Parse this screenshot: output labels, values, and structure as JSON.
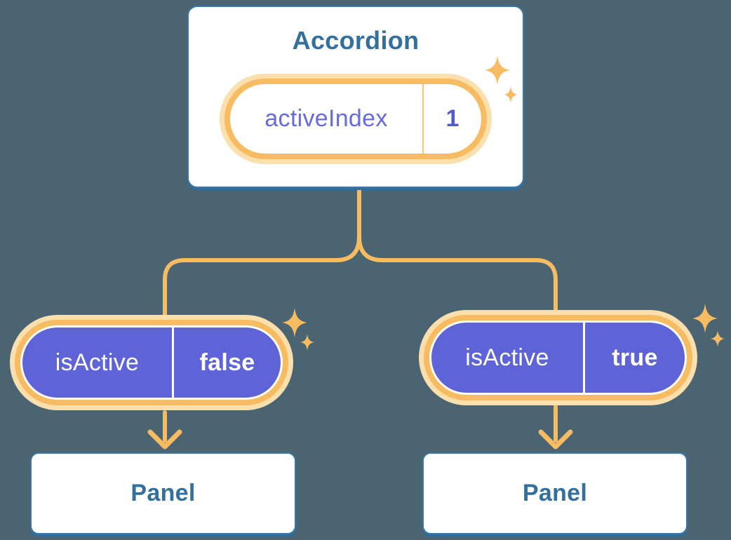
{
  "accordion": {
    "title": "Accordion",
    "state": {
      "name": "activeIndex",
      "value": "1"
    }
  },
  "children": [
    {
      "prop": {
        "name": "isActive",
        "value": "false"
      },
      "label": "Panel"
    },
    {
      "prop": {
        "name": "isActive",
        "value": "true"
      },
      "label": "Panel"
    }
  ],
  "icons": {
    "sparkle": "sparkle-icon",
    "arrow": "arrow-down-icon"
  },
  "colors": {
    "background": "#4B6471",
    "orange": "#F7BB61",
    "orange_soft": "#FBDFAD",
    "purple": "#5E63D8",
    "purple_text": "#666BDF",
    "purple_value": "#5358D4",
    "blue_text": "#33709E",
    "blue_border": "#3A76A6",
    "blue_shadow": "#2E6D9E",
    "white": "#FFFFFF"
  }
}
